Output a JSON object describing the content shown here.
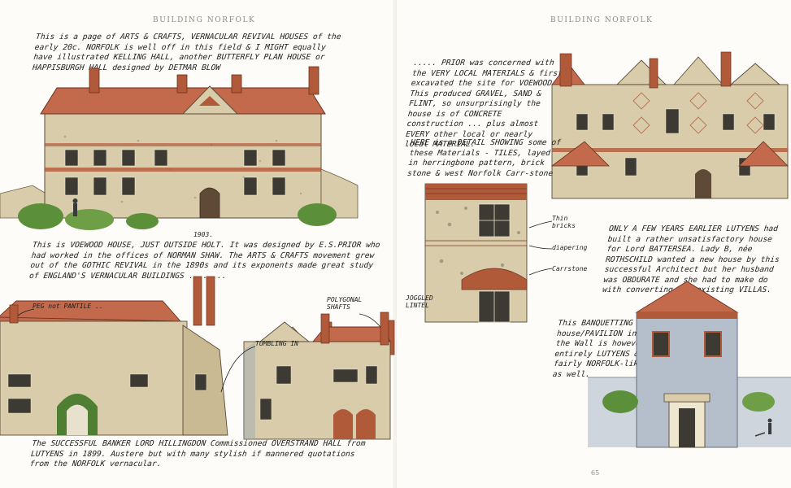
{
  "left_page": {
    "running_head": "BUILDING NORFOLK",
    "intro_text": "This is a page of ARTS & CRAFTS, VERNACULAR REVIVAL HOUSES of the early 20c. NORFOLK is well off in this field & I MIGHT equally have illustrated KELLING HALL, another BUTTERFLY PLAN HOUSE or HAPPISBURGH HALL designed by DETMAR BLOW",
    "date_label": "1903.",
    "voewood_text": "This is VOEWOOD HOUSE, JUST OUTSIDE HOLT. It was designed by E.S.PRIOR who had worked in the offices of NORMAN SHAW. The ARTS & CRAFTS movement grew out of the GOTHIC REVIVAL in the 1890s and its exponents made great study of ENGLAND'S VERNACULAR BUILDINGS ........",
    "label_pantile": "PEG not PANTILE ..",
    "label_tumbling": "TUMBLING IN",
    "label_shafts": "POLYGONAL SHAFTS",
    "overstrand_text": "The SUCCESSFUL BANKER LORD HILLINGDON Commissioned OVERSTRAND HALL from LUTYENS in 1899. Austere but with many stylish if mannered quotations from the NORFOLK vernacular."
  },
  "right_page": {
    "running_head": "BUILDING NORFOLK",
    "prior_text": "..... PRIOR was concerned with the VERY LOCAL MATERIALS & first excavated the site for VOEWOOD. This produced GRAVEL, SAND & FLINT, so unsurprisingly the house is of CONCRETE construction ... plus almost EVERY other local or nearly local MATERIAL.",
    "detail_text": "HERE is a DETAIL SHOWING some of these Materials - TILES, layed in herringbone pattern, brick stone & west Norfolk Carr-stone",
    "label_thin_bricks": "Thin bricks",
    "label_diapering": "diapering",
    "label_carrstone": "Carrstone",
    "label_joggled": "JOGGLED LINTEL",
    "lutyens_text": "ONLY A FEW YEARS EARLIER LUTYENS had built a rather unsatisfactory house for Lord BATTERSEA. Lady B, née ROTHSCHILD wanted a new house by this successful Architect but her husband was OBDURATE and she had to make do with converting two existing VILLAS.",
    "banqueting_text": "This BANQUETTING house/PAVILION in the Wall is however entirely LUTYENS & fairly NORFOLK-like as well.",
    "folio": "65"
  },
  "colors": {
    "paper": "#fdfcf8",
    "ink": "#1d1d1d",
    "roof": "#c46a4c",
    "brick": "#b05a3a",
    "stone": "#d9ccaa",
    "sky_wash": "#a9b4c4",
    "foliage": "#5c8f3a"
  }
}
